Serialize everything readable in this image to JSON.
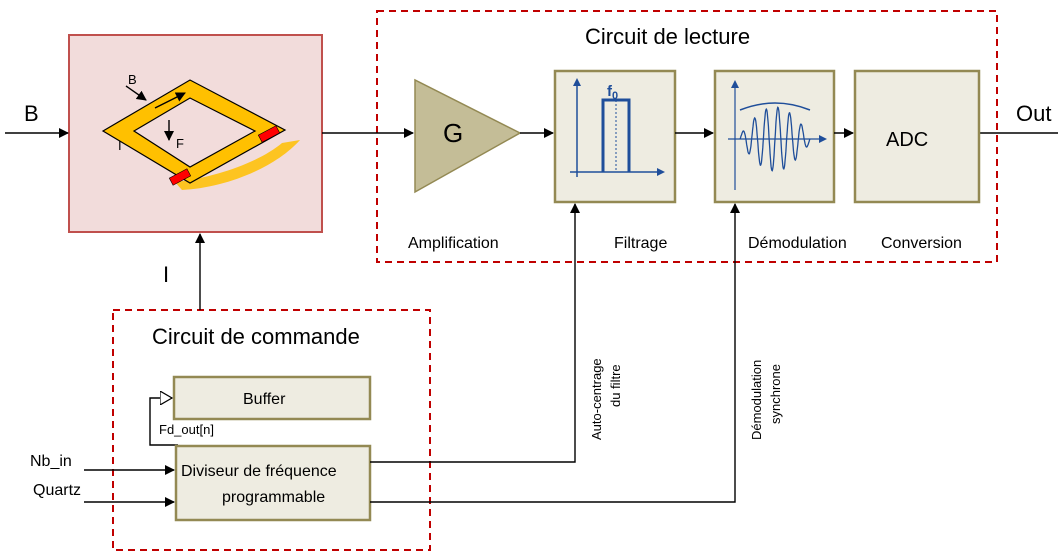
{
  "labels": {
    "input_B": "B",
    "output": "Out",
    "current_I": "I",
    "sensor_B": "B",
    "sensor_I": "I",
    "sensor_F": "F",
    "reading_circuit_title": "Circuit de lecture",
    "command_circuit_title": "Circuit de commande",
    "amp_gain": "G",
    "filter_f0": "f",
    "filter_f0_sub": "0",
    "adc": "ADC",
    "amplification": "Amplification",
    "filtrage": "Filtrage",
    "demodulation": "Démodulation",
    "conversion": "Conversion",
    "buffer": "Buffer",
    "fd_out": "Fd_out[n]",
    "divider_line1": "Diviseur de fréquence",
    "divider_line2": "programmable",
    "nb_in": "Nb_in",
    "quartz": "Quartz",
    "autocentrage_line1": "Auto-centrage",
    "autocentrage_line2": "du filtre",
    "demod_sync_line1": "Démodulation",
    "demod_sync_line2": "synchrone"
  },
  "colors": {
    "dashed_border": "#c00000",
    "block_fill": "#eeece1",
    "block_border": "#938953",
    "sensor_fill": "#f2dcdb",
    "sensor_border": "#c0504d",
    "amp_fill": "#c4bd97",
    "coil_yellow": "#ffc000",
    "blue_signal": "#1f4e9a"
  }
}
